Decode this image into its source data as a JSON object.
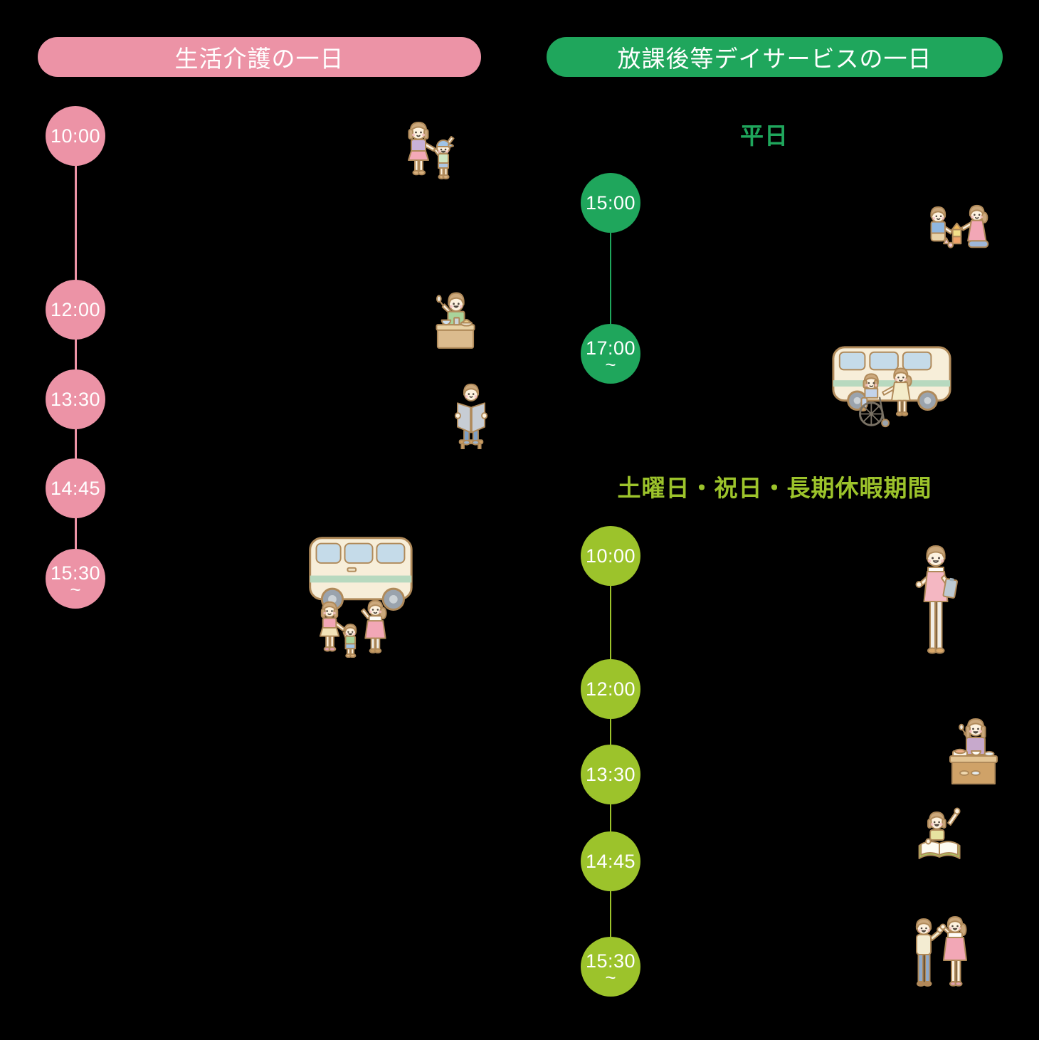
{
  "canvas": {
    "background": "#000000"
  },
  "life_care": {
    "header": "生活介護の一日",
    "accent": "#ec93a6",
    "events": [
      {
        "time": "10:00",
        "suffix": "",
        "icon": "mother-and-child"
      },
      {
        "time": "12:00",
        "suffix": "",
        "icon": "child-eating-lunch"
      },
      {
        "time": "13:30",
        "suffix": "",
        "icon": "child-reading"
      },
      {
        "time": "14:45",
        "suffix": ""
      },
      {
        "time": "15:30",
        "suffix": "~",
        "icon": "van-family-sendoff"
      }
    ]
  },
  "after_school": {
    "header": "放課後等デイサービスの一日",
    "accent": "#1fa65c",
    "weekday": {
      "subheader": "平日",
      "color": "#1fa65c",
      "events": [
        {
          "time": "15:00",
          "suffix": "",
          "icon": "child-playing-blocks"
        },
        {
          "time": "17:00",
          "suffix": "~",
          "icon": "van-wheelchair-pickup"
        }
      ]
    },
    "holiday": {
      "subheader": "土曜日・祝日・長期休暇期間",
      "color": "#9cc32b",
      "events": [
        {
          "time": "10:00",
          "suffix": "",
          "icon": "staff-with-clipboard"
        },
        {
          "time": "12:00",
          "suffix": "",
          "icon": "woman-eating-lunch"
        },
        {
          "time": "13:30",
          "suffix": "",
          "icon": "girl-reading-book"
        },
        {
          "time": "14:45",
          "suffix": ""
        },
        {
          "time": "15:30",
          "suffix": "~",
          "icon": "children-waving-goodbye"
        }
      ]
    }
  }
}
